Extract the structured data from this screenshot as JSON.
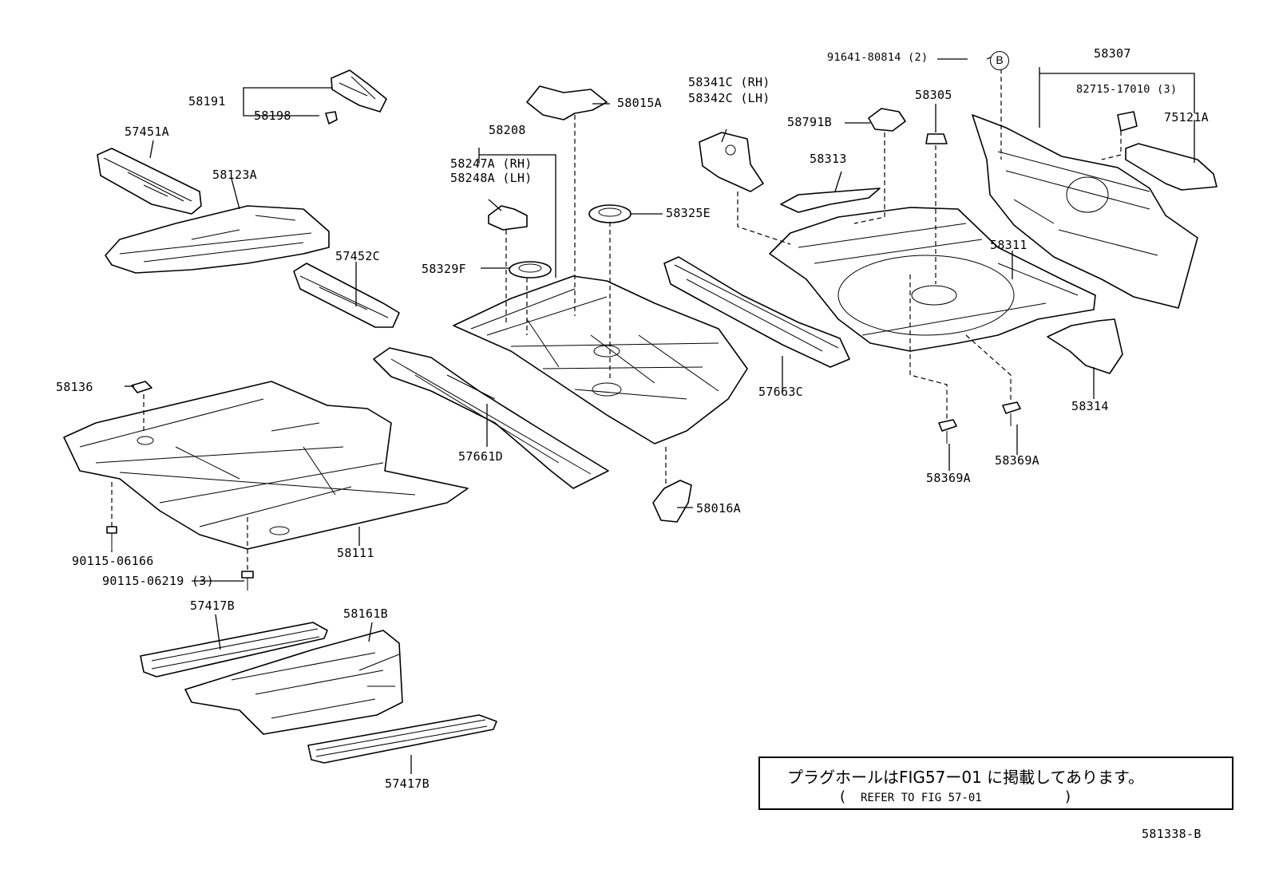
{
  "diagram_id": "581338-B",
  "parts": {
    "p58191": "58191",
    "p58198": "58198",
    "p57451A": "57451A",
    "p58123A": "58123A",
    "p57452C": "57452C",
    "p58136": "58136",
    "p58111": "58111",
    "p90115_06166": "90115-06166",
    "p90115_06219": "90115-06219 (3)",
    "p57417B_top": "57417B",
    "p58161B": "58161B",
    "p57417B_bottom": "57417B",
    "p58015A": "58015A",
    "p58208": "58208",
    "p58247A": "58247A (RH)",
    "p58248A": "58248A (LH)",
    "p58329F": "58329F",
    "p58325E": "58325E",
    "p57661D": "57661D",
    "p58016A": "58016A",
    "p58341C": "58341C (RH)",
    "p58342C": "58342C (LH)",
    "p58791B": "58791B",
    "p58305": "58305",
    "p58313": "58313",
    "p57663C": "57663C",
    "p91641": "91641-80814 (2)",
    "p58307": "58307",
    "p82715": "82715-17010 (3)",
    "p75121A": "75121A",
    "p58311": "58311",
    "p58314": "58314",
    "p58369A_left": "58369A",
    "p58369A_right": "58369A"
  },
  "callout_B": "B",
  "note": {
    "japanese": "プラグホールはFIG57ー01 に掲載してあります。",
    "open_paren": "(",
    "english": "REFER TO FIG 57-01",
    "close_paren": ")"
  },
  "colors": {
    "line": "#000000",
    "background": "#ffffff"
  }
}
